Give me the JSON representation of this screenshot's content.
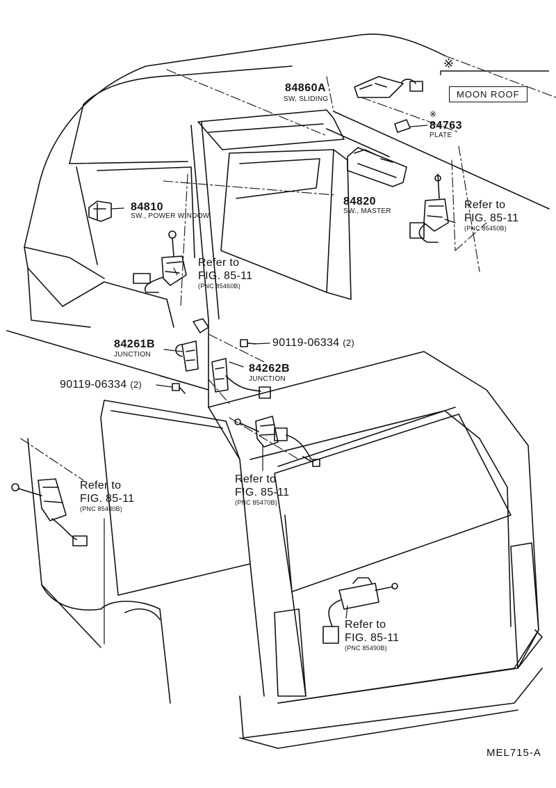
{
  "diagram": {
    "drawing_code": "MEL715-A",
    "note_mark": "※",
    "moon_roof_note": {
      "mark": "※",
      "label": "MOON ROOF"
    },
    "parts": [
      {
        "id": "sw_sliding",
        "number": "84860A",
        "name": "SW, SLIDING"
      },
      {
        "id": "plate",
        "mark": "※",
        "number": "84763",
        "name": "PLATE"
      },
      {
        "id": "sw_master",
        "number": "84820",
        "name": "SW., MASTER"
      },
      {
        "id": "sw_power",
        "number": "84810",
        "name": "SW., POWER WINDOW"
      },
      {
        "id": "junction_b",
        "number": "84261B",
        "name": "JUNCTION"
      },
      {
        "id": "junction_c",
        "number": "84262B",
        "name": "JUNCTION"
      },
      {
        "id": "bolt_upper",
        "number": "90119-06334",
        "qty": "(2)"
      },
      {
        "id": "bolt_lower",
        "number": "90119-06334",
        "qty": "(2)"
      }
    ],
    "references": [
      {
        "id": "ref_front_right",
        "line1": "Refer to",
        "line2": "FIG. 85-11",
        "pnc": "(PNC 85450B)"
      },
      {
        "id": "ref_front_left",
        "line1": "Refer to",
        "line2": "FIG. 85-11",
        "pnc": "(PNC 85460B)"
      },
      {
        "id": "ref_rear_left",
        "line1": "Refer to",
        "line2": "FIG. 85-11",
        "pnc": "(PNC 85480B)"
      },
      {
        "id": "ref_rear_center",
        "line1": "Refer to",
        "line2": "FIG. 85-11",
        "pnc": "(PNC 85470B)"
      },
      {
        "id": "ref_back_door",
        "line1": "Refer to",
        "line2": "FIG. 85-11",
        "pnc": "(PNC 85490B)"
      }
    ]
  }
}
